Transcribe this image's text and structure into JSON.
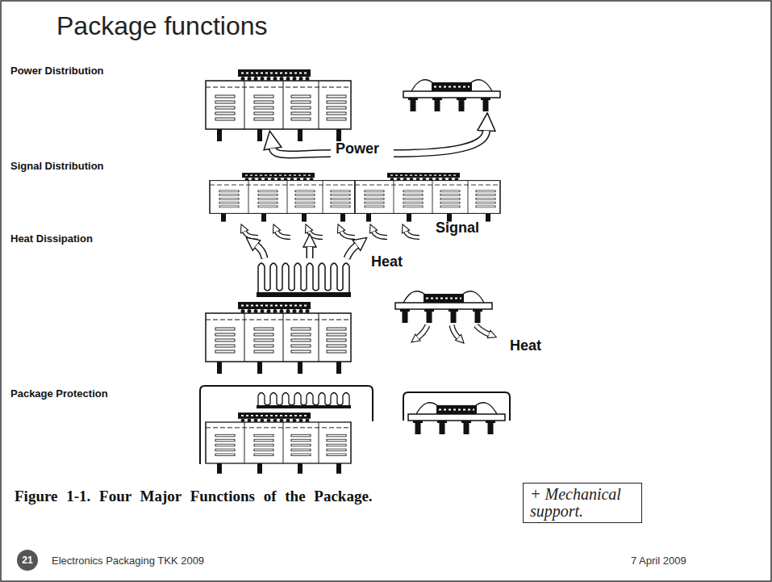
{
  "diagram": {
    "title": "Package functions",
    "caption": "Figure 1-1. Four Major Functions of the Package.",
    "nodes": [
      {
        "text": [
          "+ Mechanical support."
        ]
      },
      {
        "text": [
          "21"
        ]
      }
    ],
    "labels": [
      "Power Distribution",
      "Power",
      "Signal Distribution",
      "Signal",
      "Heat Dissipation",
      "Heat",
      "Heat",
      "Package Protection",
      "Electronics Packaging TKK 2009",
      "7 April 2009"
    ]
  }
}
